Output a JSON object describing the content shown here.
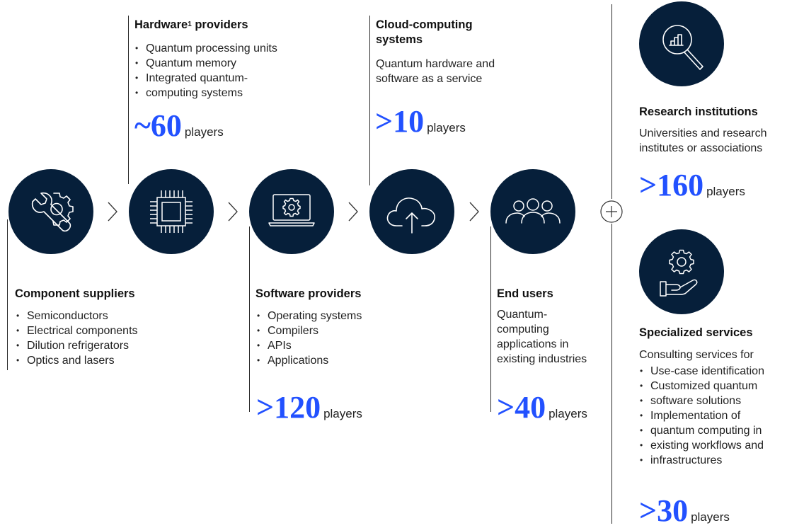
{
  "colors": {
    "circle": "#061f3a",
    "accent": "#2251ff",
    "line": "#2b2b2b"
  },
  "component_suppliers": {
    "icon": "gear-wrench-icon",
    "title": "Component suppliers",
    "items": [
      "Semiconductors",
      "Electrical components",
      "Dilution refrigerators",
      "Optics and lasers"
    ]
  },
  "hardware": {
    "icon": "chip-icon",
    "title_pre": "Hardware",
    "title_sup": "1",
    "title_post": " providers",
    "items": [
      "Quantum processing units",
      "Quantum memory",
      "Integrated quantum-",
      "computing systems"
    ],
    "count": "~60",
    "unit": "players"
  },
  "software": {
    "icon": "laptop-gear-icon",
    "title": "Software providers",
    "items": [
      "Operating systems",
      "Compilers",
      "APIs",
      "Applications"
    ],
    "count": ">120",
    "unit": "players"
  },
  "cloud": {
    "icon": "cloud-upload-icon",
    "title_line1": "Cloud-computing",
    "title_line2": "systems",
    "desc_line1": "Quantum hardware and",
    "desc_line2": "software as a service",
    "count": ">10",
    "unit": "players"
  },
  "end_users": {
    "icon": "people-group-icon",
    "title": "End users",
    "desc": [
      "Quantum-",
      "computing",
      "applications in",
      "existing industries"
    ],
    "count": ">40",
    "unit": "players"
  },
  "plus_icon": "plus-circle-icon",
  "research": {
    "icon": "magnifier-chart-icon",
    "title": "Research institutions",
    "desc_line1": "Universities and research",
    "desc_line2": "institutes or associations",
    "count": ">160",
    "unit": "players"
  },
  "services": {
    "icon": "hand-gear-icon",
    "title": "Specialized services",
    "intro": "Consulting services for",
    "items": [
      "Use-case identification",
      "Customized quantum",
      "software solutions",
      "Implementation of",
      "quantum computing in",
      "existing workflows and",
      "infrastructures"
    ],
    "count": ">30",
    "unit": "players"
  }
}
